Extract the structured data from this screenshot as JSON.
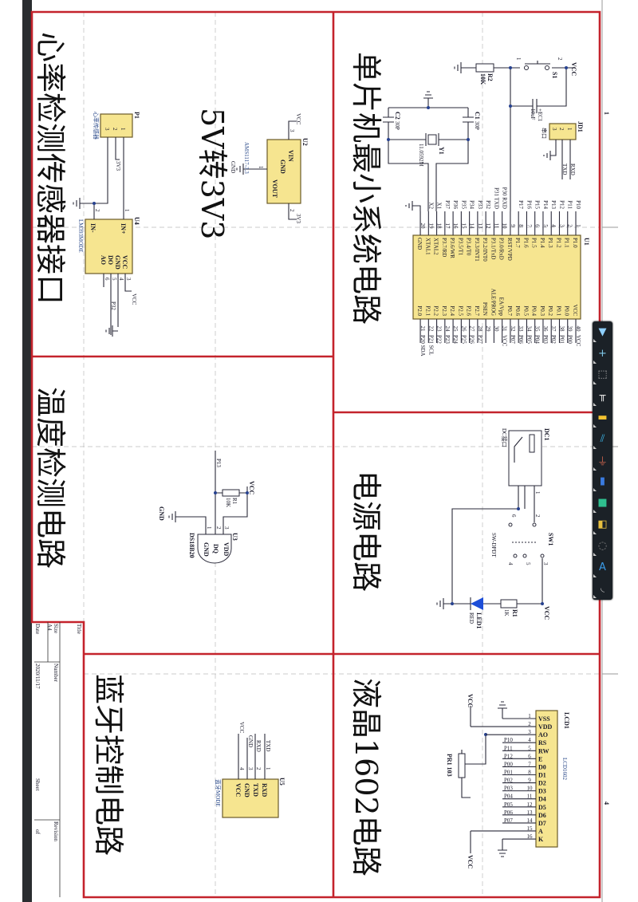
{
  "sections": {
    "mcu": "单片机最小系统电路",
    "power": "电源电路",
    "lcd": "液晶1602电路",
    "heart": "心率检测传感器接口",
    "regulator": "5V转3V3",
    "temp": "温度检测电路",
    "bluetooth": "蓝牙控制电路"
  },
  "border_numbers": [
    "1",
    "4"
  ],
  "mcu": {
    "ref": "U1",
    "left_pins": [
      {
        "num": "1",
        "name": "P1.0",
        "net": "P10"
      },
      {
        "num": "2",
        "name": "P1.1",
        "net": "P11"
      },
      {
        "num": "3",
        "name": "P1.2",
        "net": "P12"
      },
      {
        "num": "4",
        "name": "P1.3",
        "net": "P13"
      },
      {
        "num": "5",
        "name": "P1.4",
        "net": "P14"
      },
      {
        "num": "6",
        "name": "P1.5",
        "net": "P15"
      },
      {
        "num": "7",
        "name": "P1.6",
        "net": "P16"
      },
      {
        "num": "8",
        "name": "P1.7",
        "net": "P17"
      },
      {
        "num": "9",
        "name": "RST/VPD",
        "net": ""
      },
      {
        "num": "10",
        "name": "P3.0/RxD",
        "net": "P30 RXD"
      },
      {
        "num": "11",
        "name": "P3.1/TxD",
        "net": "P31 TXD"
      },
      {
        "num": "12",
        "name": "P3.2/INT0",
        "net": "P32"
      },
      {
        "num": "13",
        "name": "P3.3/INT1",
        "net": "P33"
      },
      {
        "num": "14",
        "name": "P3.4/T0",
        "net": "P34"
      },
      {
        "num": "15",
        "name": "P3.5/T1",
        "net": "P35"
      },
      {
        "num": "16",
        "name": "P3.6/WR",
        "net": "P36"
      },
      {
        "num": "17",
        "name": "P3.7/RD",
        "net": "P37"
      },
      {
        "num": "18",
        "name": "XTAL2",
        "net": "X1"
      },
      {
        "num": "19",
        "name": "XTAL1",
        "net": "X2"
      },
      {
        "num": "20",
        "name": "GND",
        "net": ""
      }
    ],
    "right_pins": [
      {
        "num": "40",
        "name": "VCC",
        "net": "VCC"
      },
      {
        "num": "39",
        "name": "P0.0",
        "net": "P00"
      },
      {
        "num": "38",
        "name": "P0.1",
        "net": "P01"
      },
      {
        "num": "37",
        "name": "P0.2",
        "net": "P02"
      },
      {
        "num": "36",
        "name": "P0.3",
        "net": "P03"
      },
      {
        "num": "35",
        "name": "P0.4",
        "net": "P04"
      },
      {
        "num": "34",
        "name": "P0.5",
        "net": "P05"
      },
      {
        "num": "33",
        "name": "P0.6",
        "net": "P06"
      },
      {
        "num": "32",
        "name": "P0.7",
        "net": "P07"
      },
      {
        "num": "31",
        "name": "EA/Vpp",
        "net": "VCC"
      },
      {
        "num": "30",
        "name": "ALE/PROG",
        "net": ""
      },
      {
        "num": "29",
        "name": "PSEN",
        "net": ""
      },
      {
        "num": "28",
        "name": "P2.7",
        "net": "P27"
      },
      {
        "num": "27",
        "name": "P2.6",
        "net": "P26"
      },
      {
        "num": "26",
        "name": "P2.5",
        "net": "P25"
      },
      {
        "num": "25",
        "name": "P2.4",
        "net": "P24"
      },
      {
        "num": "24",
        "name": "P2.3",
        "net": "P23"
      },
      {
        "num": "23",
        "name": "P2.2",
        "net": "P22"
      },
      {
        "num": "22",
        "name": "P2.1",
        "net": "P21 SCL"
      },
      {
        "num": "21",
        "name": "P2.0",
        "net": "P20 SDA"
      }
    ]
  },
  "reset": {
    "vcc": "VCC",
    "s1": "S1",
    "r2": "R2",
    "r2_val": "10K",
    "ec1": "+EC1",
    "ec1_val": "10uF",
    "pin1": "1",
    "pin2": "2"
  },
  "crystal": {
    "c1": "C1",
    "c1_val": "30P",
    "c2": "C2",
    "c2_val": "30P",
    "y1": "Y1",
    "y1_val": "11.0592M"
  },
  "jd1": {
    "ref": "JD1",
    "label": "串口",
    "pins": [
      "1",
      "2",
      "3"
    ],
    "rxd": "RXD",
    "txd": "TXD"
  },
  "regulator": {
    "ref": "U2",
    "part": "AMS1117-3.3",
    "vin": "VIN",
    "gnd": "GND",
    "vout": "VOUT",
    "vcc": "VCC",
    "out": "3V3",
    "gnd_net": "GND",
    "p3": "3",
    "p1": "1",
    "p2": "2"
  },
  "heart": {
    "p1_ref": "P1",
    "p1_label": "心率传感器",
    "p1_pins": [
      "1",
      "2",
      "3"
    ],
    "net_3v3": "3V3",
    "u4_ref": "U4",
    "u4_part": "LM393MODE",
    "in_plus": "IN+",
    "in_minus": "IN-",
    "out_pins": [
      "VCC",
      "GND",
      "DO",
      "AO"
    ],
    "pin_nums": [
      "1",
      "2",
      "3",
      "4",
      "5",
      "6"
    ],
    "vcc": "VCC",
    "net_p32": "P32"
  },
  "temp": {
    "ref": "U3",
    "part": "DS18B20",
    "pins": [
      "VDD",
      "DQ",
      "GND"
    ],
    "r1": "R1",
    "r1_val": "10K",
    "vcc": "VCC",
    "gnd": "GND",
    "net": "P13",
    "nums": [
      "1",
      "2",
      "3"
    ]
  },
  "power": {
    "dc1": "DC1",
    "dc1_label": "DC接口",
    "sw1": "SW1",
    "sw_part": "SW-DPDT",
    "r1": "R1",
    "r1_val": "1K",
    "led": "LED1",
    "led_val": "RED",
    "vcc": "VCC",
    "nums": [
      "1",
      "2",
      "3",
      "4",
      "5",
      "6"
    ]
  },
  "lcd": {
    "ref": "LCD1",
    "part": "LCD1602",
    "pot": "PR1 103",
    "vcc": "VCC",
    "pins": [
      {
        "num": "1",
        "name": "VSS",
        "net": ""
      },
      {
        "num": "2",
        "name": "VDD",
        "net": ""
      },
      {
        "num": "3",
        "name": "AO",
        "net": ""
      },
      {
        "num": "4",
        "name": "RS",
        "net": "P10"
      },
      {
        "num": "5",
        "name": "RW",
        "net": "P11"
      },
      {
        "num": "6",
        "name": "E",
        "net": "P12"
      },
      {
        "num": "7",
        "name": "D0",
        "net": "P00"
      },
      {
        "num": "8",
        "name": "D1",
        "net": "P01"
      },
      {
        "num": "9",
        "name": "D2",
        "net": "P02"
      },
      {
        "num": "10",
        "name": "D3",
        "net": "P03"
      },
      {
        "num": "11",
        "name": "D4",
        "net": "P04"
      },
      {
        "num": "12",
        "name": "D5",
        "net": "P05"
      },
      {
        "num": "13",
        "name": "D6",
        "net": "P06"
      },
      {
        "num": "14",
        "name": "D7",
        "net": "P07"
      },
      {
        "num": "15",
        "name": "A",
        "net": ""
      },
      {
        "num": "16",
        "name": "K",
        "net": ""
      }
    ]
  },
  "bluetooth": {
    "ref": "U5",
    "part": "蓝牙MODE",
    "pins": [
      "RXD",
      "TXD",
      "GND",
      "VCC"
    ],
    "nets": [
      "TXD",
      "RXD",
      "GND",
      "VCC"
    ],
    "nums": [
      "1",
      "2",
      "3",
      "4"
    ]
  },
  "title_block": {
    "title": "Title",
    "size": "Size",
    "size_val": "A4",
    "number": "Number",
    "revision": "Revision",
    "date": "Date",
    "date_val": "2020/11/17",
    "sheet": "Sheet",
    "of": "of"
  },
  "toolbar": {
    "icons": [
      "filter-icon",
      "crosshair-icon",
      "select-rect-icon",
      "align-icon",
      "component-icon",
      "wire-icon",
      "power-port-icon",
      "port-icon",
      "sheet-symbol-icon",
      "device-icon",
      "circle-icon",
      "text-icon",
      "arc-icon"
    ]
  },
  "colors": {
    "frame_red": "#c4232c",
    "chip_fill": "#f6e590",
    "toolbar_bg": "#1b2127"
  }
}
